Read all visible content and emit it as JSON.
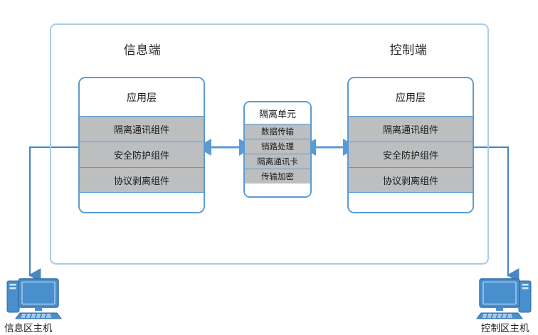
{
  "diagram": {
    "title_info_end": "信息端",
    "title_control_end": "控制端",
    "colors": {
      "accent_blue": "#5b9bd5",
      "light_blue_border": "#a9cbe8",
      "band_gray": "#bcbec0",
      "icon_blue": "#4a8fcd"
    },
    "info_panel": {
      "header": "应用层",
      "rows": [
        "隔离通讯组件",
        "安全防护组件",
        "协议剥离组件"
      ]
    },
    "control_panel": {
      "header": "应用层",
      "rows": [
        "隔离通讯组件",
        "安全防护组件",
        "协议剥离组件"
      ]
    },
    "isolation_unit": {
      "header": "隔离单元",
      "rows": [
        "数据传输",
        "销路处理",
        "隔离通讯卡",
        "传输加密"
      ]
    },
    "hosts": [
      {
        "label": "信息区主机",
        "icon": "desktop-computer-icon"
      },
      {
        "label": "控制区主机",
        "icon": "desktop-computer-icon"
      }
    ],
    "connectors": [
      {
        "name": "info-panel-to-isolation-unit",
        "style": "double-arrow"
      },
      {
        "name": "isolation-unit-to-control-panel",
        "style": "double-arrow"
      },
      {
        "name": "info-panel-to-info-host",
        "style": "arrow-down"
      },
      {
        "name": "control-panel-to-control-host",
        "style": "arrow-down"
      }
    ]
  }
}
